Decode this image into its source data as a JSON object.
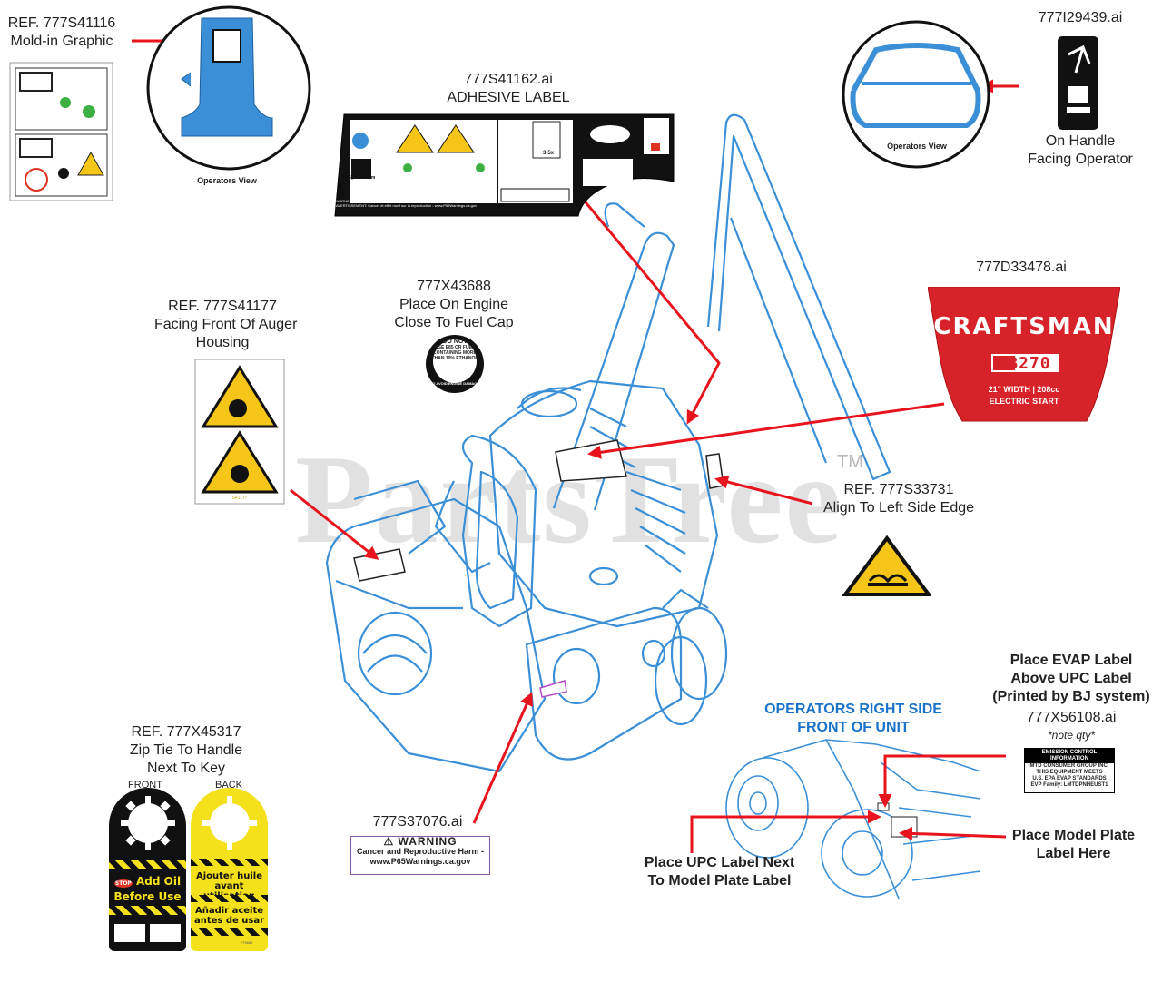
{
  "watermark": {
    "text": "PartsTree",
    "trademark": "TM"
  },
  "labels": {
    "ref_41116": {
      "line1": "REF. 777S41116",
      "line2": "Mold-in Graphic"
    },
    "operators_view_1": "Operators View",
    "adhesive": {
      "line1": "777S41162.ai",
      "line2": "ADHESIVE LABEL"
    },
    "adhesive_label_text": {
      "site": "OPESymbol.com",
      "warning": "WARNING: Cancer and Reproductive Harm - www.P65Warnings.ca.gov",
      "avertissement": "AVERTISSEMENT: Cancer et effet nocif sur la reproduction - www.P65Warnings.ca.gov",
      "speed": "3-5x"
    },
    "handle_decal": {
      "file": "777I29439.ai",
      "line1": "On Handle",
      "line2": "Facing Operator",
      "operators_view": "Operators View"
    },
    "craftsman": {
      "file": "777D33478.ai",
      "brand": "CRAFTSMAN",
      "model": "SB270",
      "spec1": "21\" WIDTH | 208cc",
      "spec2": "ELECTRIC START"
    },
    "engine": {
      "line1": "777X43688",
      "line2": "Place On Engine",
      "line3": "Close To Fuel Cap"
    },
    "do_not": {
      "l1": "DO NOT",
      "l2": "USE E85 OR FUEL",
      "l3": "CONTAINING MORE",
      "l4": "THAN 10% ETHANOL",
      "ring": "TO AVOID ENGINE DAMAGE"
    },
    "auger": {
      "line1": "REF. 777S41177",
      "line2": "Facing Front Of Auger",
      "line3": "Housing",
      "code": "S41177"
    },
    "left_edge": {
      "line1": "REF. 777S33731",
      "line2": "Align To Left Side Edge"
    },
    "evap": {
      "line1": "Place EVAP Label",
      "line2": "Above UPC Label",
      "line3": "(Printed by BJ system)",
      "file": "777X56108.ai",
      "note": "*note qty*"
    },
    "emission": {
      "title": "EMISSION CONTROL INFORMATION",
      "l1": "MTD CONSUMER GROUP INC.",
      "l2": "THIS EQUIPMENT MEETS",
      "l3": "U.S. EPA EVAP STANDARDS",
      "l4": "EVP Family: LMTDPNHEUST1"
    },
    "operators_right": {
      "line1": "OPERATORS RIGHT SIDE",
      "line2": "FRONT OF UNIT"
    },
    "model_plate": {
      "line1": "Place Model Plate",
      "line2": "Label Here"
    },
    "upc": {
      "line1": "Place UPC Label Next",
      "line2": "To Model Plate Label"
    },
    "prop65": {
      "file": "777S37076.ai",
      "warning": "WARNING",
      "l1": "Cancer and Reproductive Harm -",
      "l2": "www.P65Warnings.ca.gov"
    },
    "zip": {
      "line1": "REF. 777X45317",
      "line2": "Zip Tie To Handle",
      "line3": "Next To Key",
      "front": "FRONT",
      "back": "BACK"
    },
    "tag_front": {
      "stop": "STOP",
      "l1": "Add Oil",
      "l2": "Before Use"
    },
    "tag_back": {
      "l1": "Ajouter huile",
      "l2": "avant utilisation",
      "l3": "Añadir aceite",
      "l4": "antes de usar",
      "code": "779682"
    }
  },
  "colors": {
    "diagram_blue": "#3a8fd6",
    "arrow_red": "#e8141d",
    "craftsman_red": "#d8222a",
    "warning_yellow": "#f5c518",
    "tag_yellow": "#f5e11b"
  }
}
